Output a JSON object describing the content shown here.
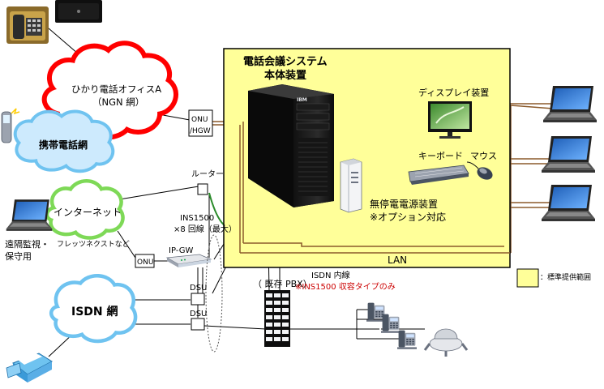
{
  "system_box": {
    "title_line1": "電話会議システム",
    "title_line2": "本体装置",
    "lan_label": "LAN",
    "fill_color": "#ffff99",
    "border_color": "#000000"
  },
  "devices": {
    "display_label": "ディスプレイ装置",
    "keyboard_label": "キーボード",
    "mouse_label": "マウス",
    "ups_label_line1": "無停電電源装置",
    "ups_label_line2": "※オプション対応",
    "server_brand": "IBM"
  },
  "networks": {
    "hikari_line1": "ひかり電話オフィスA",
    "hikari_line2": "（NGN 網）",
    "mobile": "携帯電話網",
    "internet": "インターネット",
    "isdn": "ISDN 網"
  },
  "nodes": {
    "onu_hgw_line1": "ONU",
    "onu_hgw_line2": "/HGW",
    "router": "ルーター",
    "ins_line1": "INS1500",
    "ins_line2": "×8 回線（最大）",
    "onu": "ONU",
    "ipgw": "IP-GW",
    "dsu1": "DSU",
    "dsu2": "DSU",
    "pbx": "（ 既存 PBX）"
  },
  "annotations": {
    "remote_line1": "遠隔監視・",
    "remote_line2": "保守用",
    "flets": "フレッツネクストなど",
    "isdn_inner": "ISDN 内線",
    "ins_note": "※INS1500 収容タイプのみ",
    "ins_note_color": "#cc0000"
  },
  "legend": {
    "label": "：標準提供範囲",
    "swatch_color": "#ffff99"
  },
  "colors": {
    "line_brown": "#8b5a2b",
    "line_green": "#2a8a2a",
    "cloud_red": "#ff0000",
    "cloud_blue": "#6fc3f0",
    "cloud_green": "#7ed957"
  }
}
